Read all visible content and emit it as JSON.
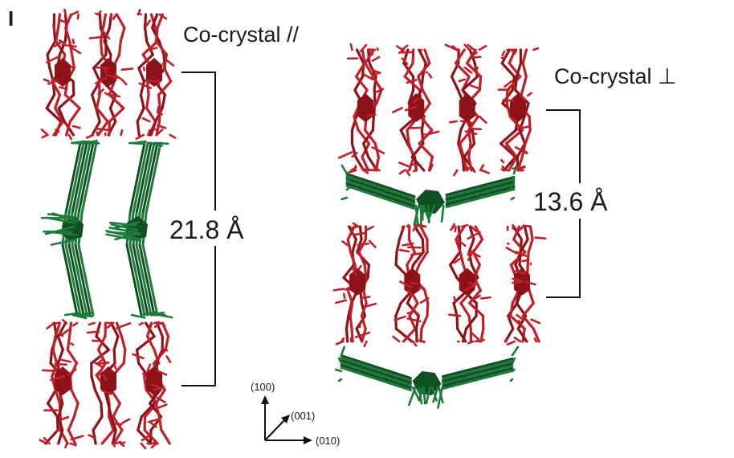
{
  "panel_label": "I",
  "colors": {
    "red_molecule": "#c0202a",
    "red_dark": "#8e1319",
    "green_molecule": "#1f7a3a",
    "green_dark": "#0f4f22",
    "bracket": "#111111"
  },
  "parallel": {
    "title": "Co-crystal //",
    "distance": "21.8 Å",
    "red_stacks": 2,
    "red_columns_per_stack": 3,
    "green_columns": 2
  },
  "perpendicular": {
    "title": "Co-crystal ⊥",
    "distance": "13.6 Å",
    "red_stacks": 2,
    "red_columns_per_stack": 4,
    "green_layers": 2
  },
  "axes": {
    "up_label": "(100)",
    "diag_label": "(001)",
    "right_label": "(010)"
  }
}
